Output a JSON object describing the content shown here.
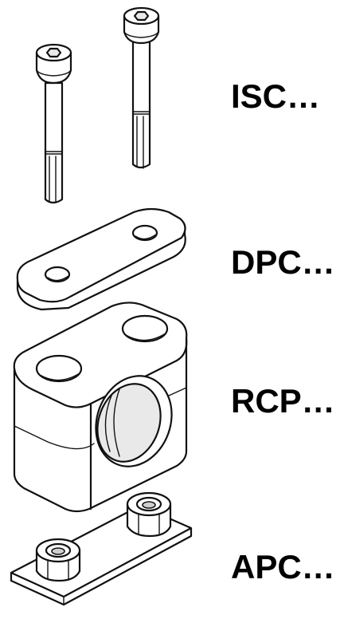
{
  "parts": [
    {
      "id": "isc",
      "label": "ISC…"
    },
    {
      "id": "dpc",
      "label": "DPC…"
    },
    {
      "id": "rcp",
      "label": "RCP…"
    },
    {
      "id": "apc",
      "label": "APC…"
    }
  ]
}
